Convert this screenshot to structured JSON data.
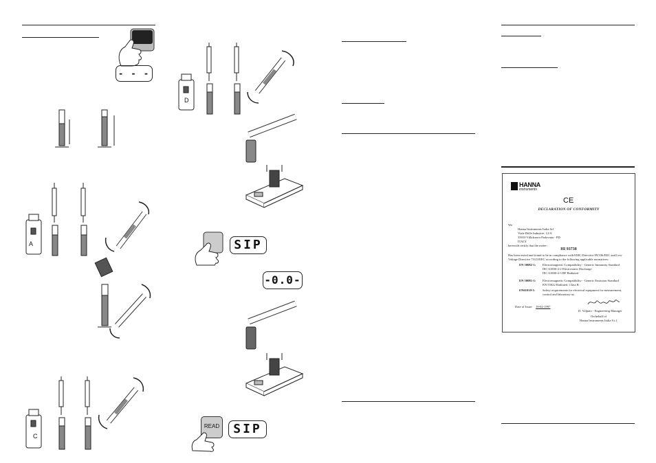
{
  "displays": {
    "dashes": "- - -",
    "sip_1": "SIP",
    "zero": "-0.0-",
    "sip_2": "SIP"
  },
  "buttons": {
    "read_label": "READ"
  },
  "bottles": {
    "a": "A",
    "c": "C",
    "d": "D"
  },
  "certificate": {
    "logo": "HANNA",
    "logo_sub": "instruments",
    "ce_mark": "CE",
    "title": "DECLARATION OF CONFORMITY",
    "we_label": "We",
    "address": [
      "Hanna Instruments Italia Srl",
      "Viale Delle Industrie, 12/A",
      "35010 Villafranca Padovana - PD",
      "ITALY"
    ],
    "certify_line": "herewith certify that the meter:",
    "model": "HI 93738",
    "tested_lines": [
      "Has been tested and found to be in compliance with EMC Directive 89/336/EEC and Low",
      "Voltage Directive 73/23/EEC according to the following applicable normatives:"
    ],
    "standards": [
      {
        "code": "EN 50082-1:",
        "lines": [
          "Electromagnetic Compatibility - Generic Immunity Standard",
          "IEC 61000-4-2  Electrostatic Discharge",
          "IEC 61000-4-3  RF Radiated"
        ]
      },
      {
        "code": "EN 50081-1:",
        "lines": [
          "Electromagnetic Compatibility - Generic Emission Standard",
          "EN 55022  Radiated, Class B"
        ]
      },
      {
        "code": "EN61010-1:",
        "lines": [
          "Safety requirements for electrical equipment for measurement,",
          "control and laboratory us"
        ]
      }
    ],
    "date_label": "Date of Issue:",
    "date": "19-02-1997",
    "signer": "D. Volpato - Engineering Manager",
    "behalf": "On behalf of",
    "company": "Hanna Instruments Italia S.r.l."
  }
}
